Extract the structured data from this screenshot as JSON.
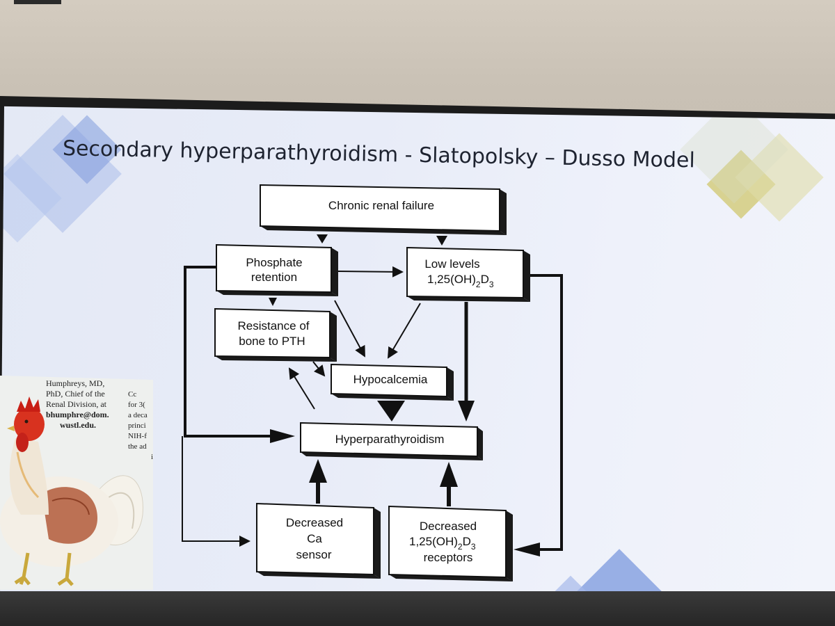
{
  "slide": {
    "title": "Secondary hyperparathyroidism - Slatopolsky – Dusso Model"
  },
  "diagram": {
    "nodes": {
      "crf": "Chronic renal failure",
      "phosphate_1": "Phosphate",
      "phosphate_2": "retention",
      "lowlevels_1": "Low levels",
      "lowlevels_2": "1,25(OH)",
      "lowlevels_sub2": "2",
      "lowlevels_d": "D",
      "lowlevels_sub3": "3",
      "resistance_1": "Resistance of",
      "resistance_2": "bone to PTH",
      "hypocalcemia": "Hypocalcemia",
      "hyperpara": "Hyperparathyroidism",
      "casensor_1": "Decreased",
      "casensor_2": "Ca",
      "casensor_3": "sensor",
      "receptors_1": "Decreased",
      "receptors_2": "1,25(OH)",
      "receptors_sub2": "2",
      "receptors_d": "D",
      "receptors_sub3": "3",
      "receptors_4": "receptors"
    }
  },
  "photo": {
    "caption_left": [
      "Humphreys, MD,",
      "PhD, Chief of the",
      "Renal Division, at",
      "bhumphre@dom.",
      "wustl.edu."
    ],
    "caption_right": [
      "Cc",
      "for 3(",
      "a deca",
      "princi",
      "NIH-f",
      "the ad",
      "i"
    ]
  },
  "colors": {
    "screen_bg": "#e8ecf8",
    "deco_blue": "#8fa8e0",
    "deco_yellow": "#d8d08a",
    "box_fill": "#ffffff",
    "box_shadow": "#1a1a1a",
    "text": "#111111"
  }
}
